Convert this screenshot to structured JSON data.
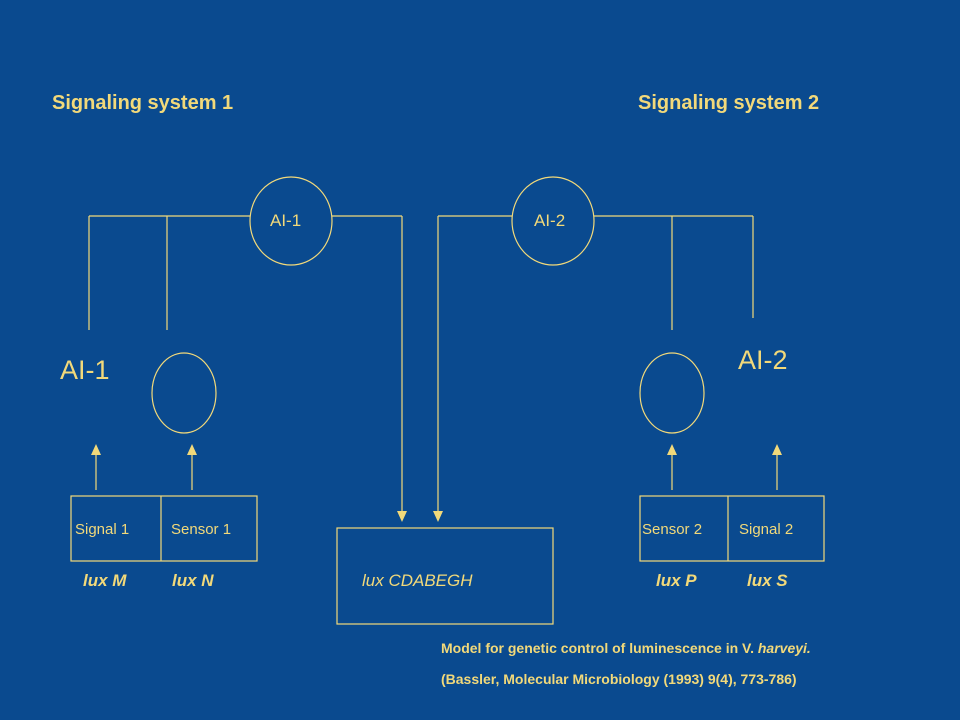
{
  "headings": {
    "system1": "Signaling system 1",
    "system2": "Signaling system 2"
  },
  "nodes": {
    "ai1_top": "AI-1",
    "ai2_top": "AI-2",
    "ai1_side": "AI-1",
    "ai2_side": "AI-2"
  },
  "boxes": {
    "signal1": "Signal 1",
    "sensor1": "Sensor 1",
    "sensor2": "Sensor 2",
    "signal2": "Signal 2"
  },
  "genes": {
    "luxM": "lux M",
    "luxN": "lux N",
    "luxCDABEGH": "lux CDABEGH",
    "luxP": "lux P",
    "luxS": "lux S"
  },
  "citation": {
    "line1_prefix": "Model for genetic control of luminescence in V. ",
    "line1_species": "harveyi.",
    "line2": "(Bassler, Molecular Microbiology (1993) 9(4), 773-786)"
  },
  "colors": {
    "background": "#0a4a8f",
    "foreground": "#f2d97a"
  }
}
